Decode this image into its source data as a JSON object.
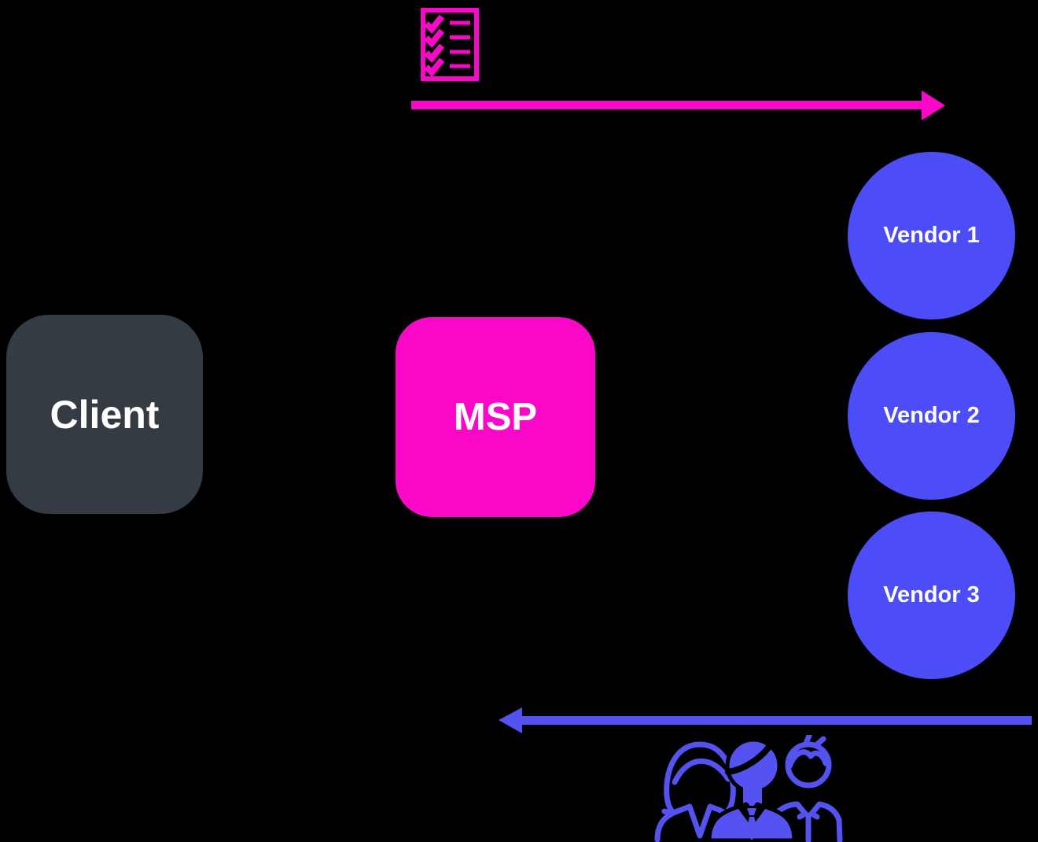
{
  "background_color": "#000000",
  "nodes": {
    "client": {
      "label": "Client",
      "shape": "rounded-square",
      "fill": "#343B43",
      "text_color": "#FFFFFF"
    },
    "msp": {
      "label": "MSP",
      "shape": "rounded-square",
      "fill": "#FA07C8",
      "text_color": "#FFFFFF"
    },
    "vendors": {
      "fill": "#4C4DF7",
      "text_color": "#FFFFFF",
      "items": [
        {
          "label": "Vendor 1"
        },
        {
          "label": "Vendor 2"
        },
        {
          "label": "Vendor 3"
        }
      ]
    }
  },
  "arrows": {
    "top": {
      "direction": "right",
      "color": "#FA07C8",
      "icon": "checklist-icon",
      "from": "MSP",
      "to": "Vendors"
    },
    "bottom": {
      "direction": "left",
      "color": "#5452F0",
      "icon": "team-people-icon",
      "from": "Vendors",
      "to": "MSP"
    }
  },
  "icons": {
    "checklist": {
      "name": "checklist-icon",
      "color": "#FA07C8",
      "rows": 4
    },
    "team": {
      "name": "team-people-icon",
      "color": "#5452F0",
      "people": 3
    }
  }
}
